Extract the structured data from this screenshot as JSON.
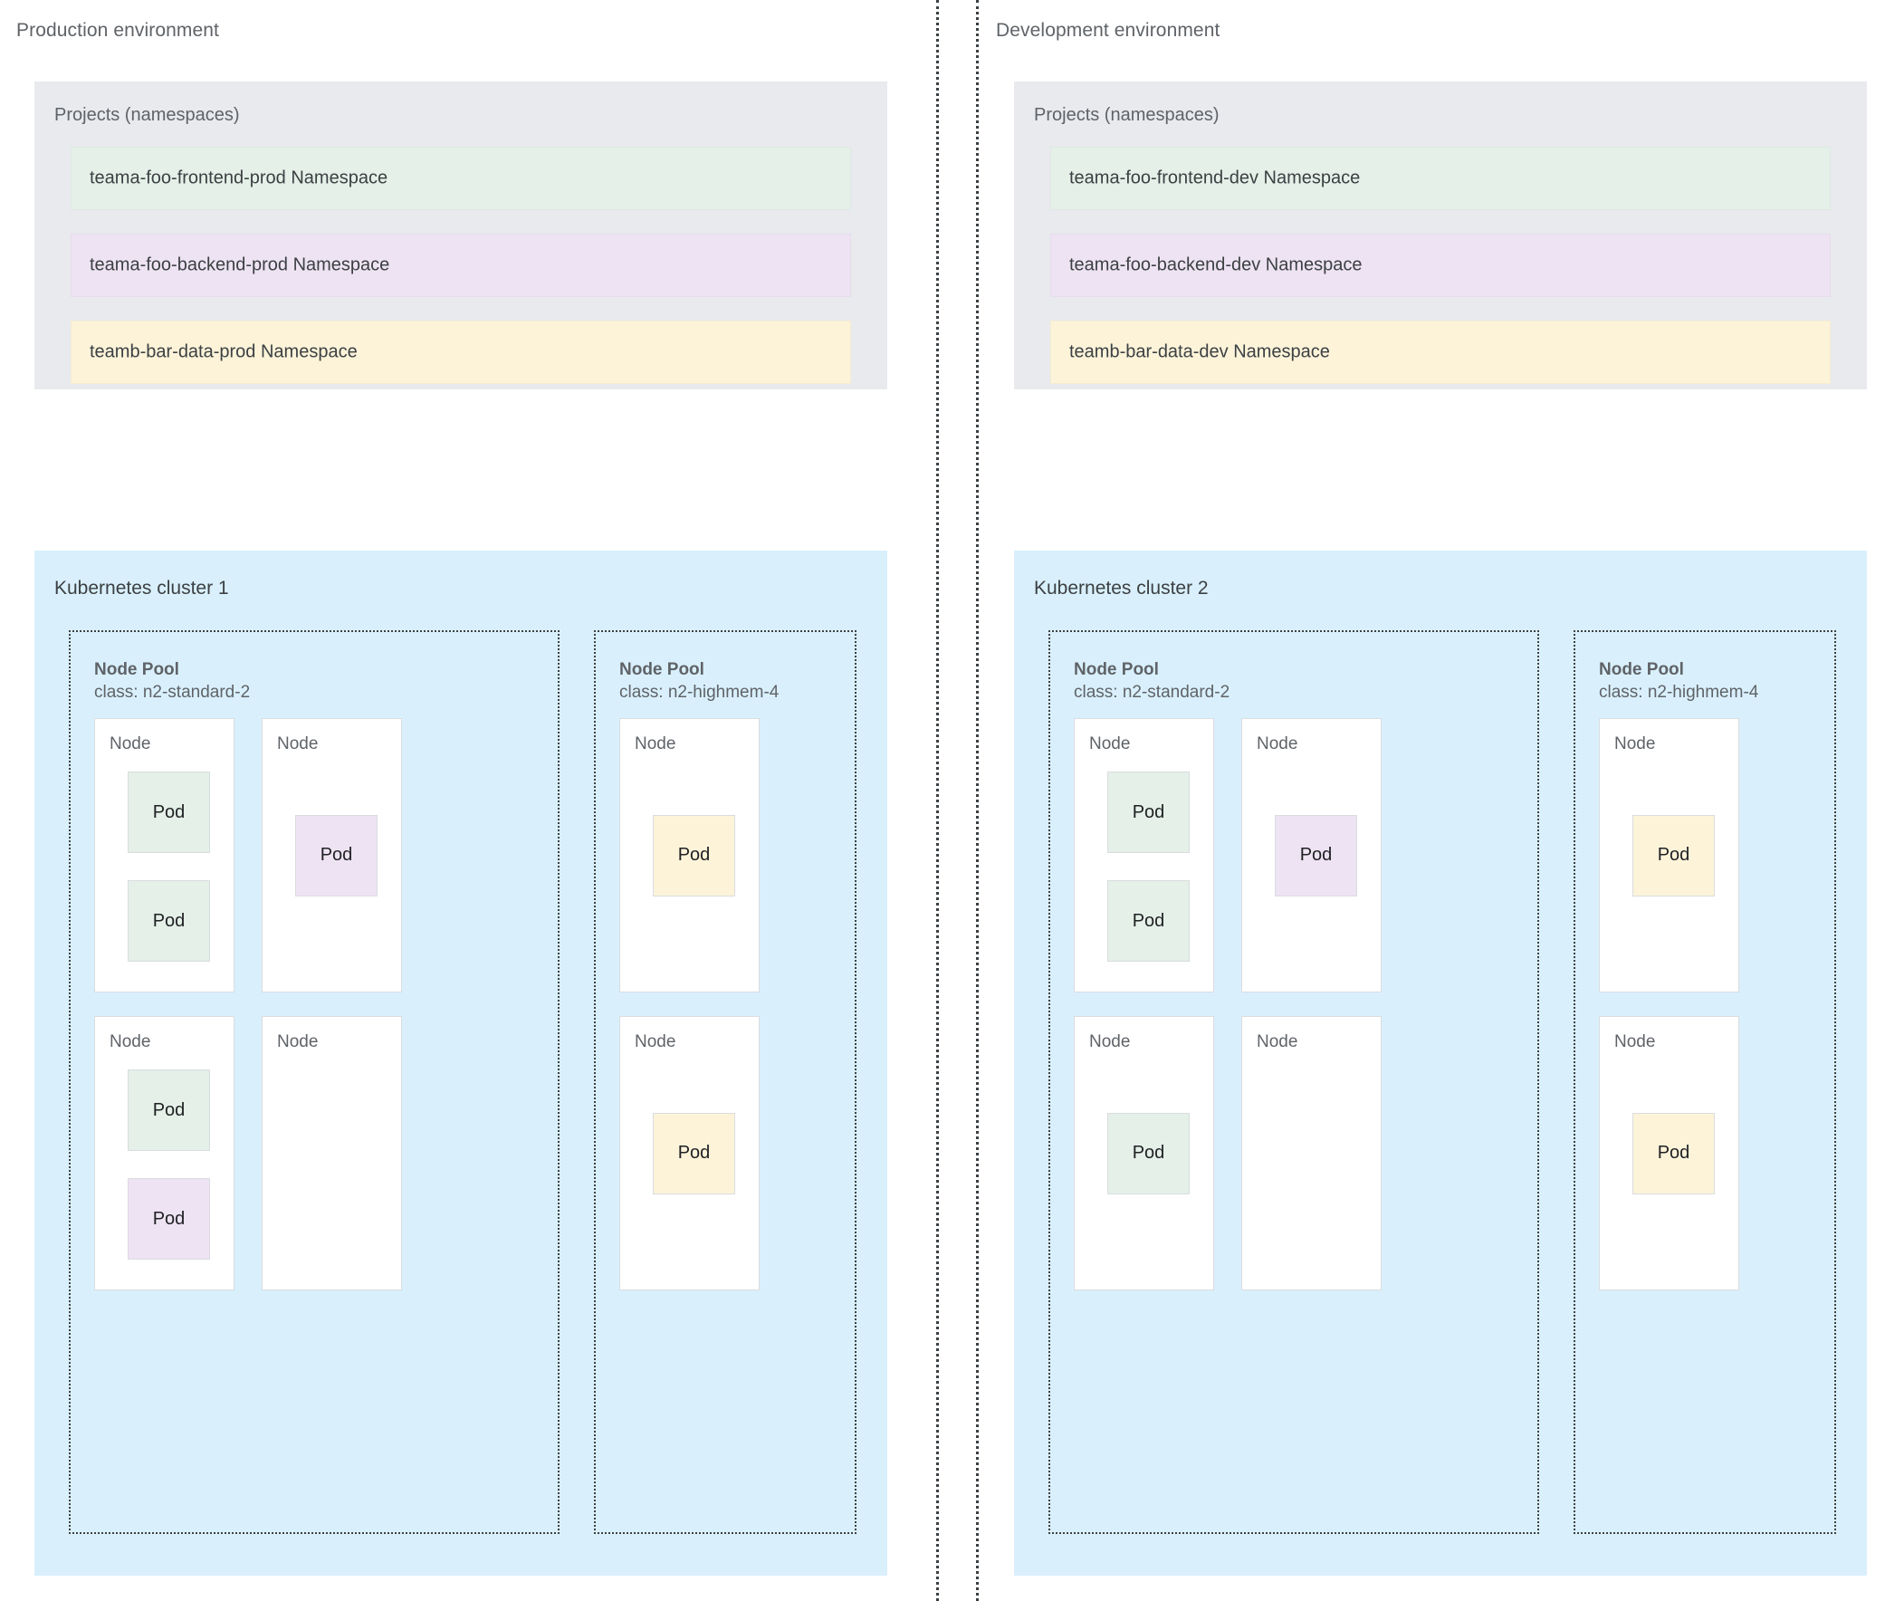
{
  "dividers": 2,
  "colors": {
    "panel_bg": "#e8eaed",
    "cluster_bg": "#d9f0fc",
    "green": "#e4f0e8",
    "purple": "#eee3f3",
    "yellow": "#fcf3d9",
    "node_border": "#dadce0",
    "dotted_border": "#3c4043"
  },
  "environments": [
    {
      "title": "Production environment",
      "projects": {
        "title": "Projects (namespaces)",
        "namespaces": [
          {
            "label": "teama-foo-frontend-prod Namespace",
            "color": "green"
          },
          {
            "label": "teama-foo-backend-prod Namespace",
            "color": "purple"
          },
          {
            "label": "teamb-bar-data-prod Namespace",
            "color": "yellow"
          }
        ]
      },
      "cluster": {
        "title": "Kubernetes cluster 1",
        "node_pools": [
          {
            "title": "Node Pool",
            "class": "class: n2-standard-2",
            "nodes": [
              {
                "label": "Node",
                "align": "top",
                "pods": [
                  {
                    "label": "Pod",
                    "color": "green"
                  },
                  {
                    "label": "Pod",
                    "color": "green"
                  }
                ]
              },
              {
                "label": "Node",
                "align": "center",
                "pods": [
                  {
                    "label": "Pod",
                    "color": "purple"
                  }
                ]
              },
              {
                "label": "Node",
                "align": "top",
                "pods": [
                  {
                    "label": "Pod",
                    "color": "green"
                  },
                  {
                    "label": "Pod",
                    "color": "purple"
                  }
                ]
              },
              {
                "label": "Node",
                "align": "top",
                "pods": []
              }
            ]
          },
          {
            "title": "Node Pool",
            "class": "class: n2-highmem-4",
            "nodes": [
              {
                "label": "Node",
                "align": "center",
                "pods": [
                  {
                    "label": "Pod",
                    "color": "yellow"
                  }
                ]
              },
              {
                "label": "Node",
                "align": "center",
                "pods": [
                  {
                    "label": "Pod",
                    "color": "yellow"
                  }
                ]
              }
            ]
          }
        ]
      }
    },
    {
      "title": "Development environment",
      "projects": {
        "title": "Projects (namespaces)",
        "namespaces": [
          {
            "label": "teama-foo-frontend-dev Namespace",
            "color": "green"
          },
          {
            "label": "teama-foo-backend-dev Namespace",
            "color": "purple"
          },
          {
            "label": "teamb-bar-data-dev Namespace",
            "color": "yellow"
          }
        ]
      },
      "cluster": {
        "title": "Kubernetes cluster 2",
        "node_pools": [
          {
            "title": "Node Pool",
            "class": "class: n2-standard-2",
            "nodes": [
              {
                "label": "Node",
                "align": "top",
                "pods": [
                  {
                    "label": "Pod",
                    "color": "green"
                  },
                  {
                    "label": "Pod",
                    "color": "green"
                  }
                ]
              },
              {
                "label": "Node",
                "align": "center",
                "pods": [
                  {
                    "label": "Pod",
                    "color": "purple"
                  }
                ]
              },
              {
                "label": "Node",
                "align": "center",
                "pods": [
                  {
                    "label": "Pod",
                    "color": "green"
                  }
                ]
              },
              {
                "label": "Node",
                "align": "top",
                "pods": []
              }
            ]
          },
          {
            "title": "Node Pool",
            "class": "class: n2-highmem-4",
            "nodes": [
              {
                "label": "Node",
                "align": "center",
                "pods": [
                  {
                    "label": "Pod",
                    "color": "yellow"
                  }
                ]
              },
              {
                "label": "Node",
                "align": "center",
                "pods": [
                  {
                    "label": "Pod",
                    "color": "yellow"
                  }
                ]
              }
            ]
          }
        ]
      }
    }
  ]
}
